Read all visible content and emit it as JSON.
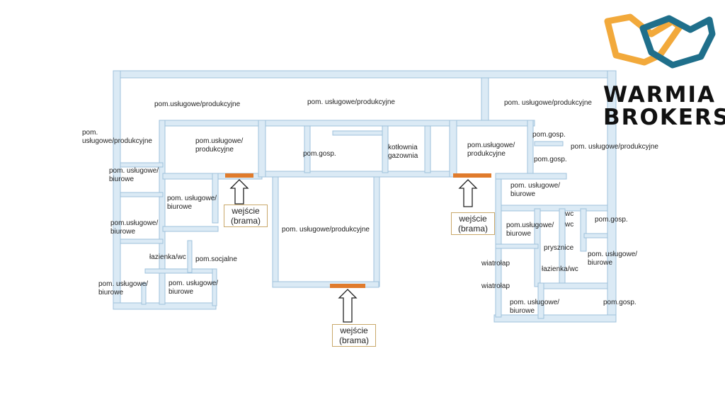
{
  "logo": {
    "line1": "WARMIA",
    "line2": "BROKERS",
    "colors": {
      "orange": "#f2a93b",
      "teal": "#1f6f8b"
    }
  },
  "colors": {
    "wall": "#cfe4f2",
    "wall_shadow": "#8fb6d3",
    "door": "#e07b2c",
    "arrow": "#222222"
  },
  "rooms": {
    "top_left": "pom.usługowe/produkcyjne",
    "top_center": "pom. usługowe/produkcyjne",
    "top_right": "pom. usługowe/produkcyjne",
    "far_left": "pom. usługowe/produkcyjne",
    "left_inner": "pom.usługowe/ produkcyjne",
    "gosp_center": "pom.gosp.",
    "kotlownia": "kotłownia gazownia",
    "right_inner": "pom.usługowe/ produkcyjne",
    "gosp_right_1": "pom.gosp.",
    "gosp_right_2": "pom.gosp.",
    "far_right": "pom. usługowe/produkcyjne",
    "left_biurowe_1": "pom. usługowe/ biurowe",
    "left_biurowe_2": "pom. usługowe/ biurowe",
    "left_biurowe_3": "pom.usługowe/ biurowe",
    "lazienka_left": "łazienka/wc",
    "socjalne": "pom.socjalne",
    "left_biurowe_4": "pom. usługowe/ biurowe",
    "left_biurowe_5": "pom. usługowe/ biurowe",
    "center_hall": "pom. usługowe/produkcyjne",
    "right_biurowe_1": "pom. usługowe/ biurowe",
    "wc_1": "wc",
    "wc_2": "wc",
    "gosp_right_3": "pom.gosp.",
    "right_biurowe_2": "pom.usługowe/ biurowe",
    "prysznice": "prysznice",
    "right_biurowe_3": "pom. usługowe/ biurowe",
    "wiatrolap_1": "wiatrołap",
    "lazienka_right": "łazienka/wc",
    "wiatrolap_2": "wiatrołap",
    "right_biurowe_4": "pom. usługowe/ biurowe",
    "gosp_right_4": "pom.gosp."
  },
  "entrances": {
    "left": "wejście (brama)",
    "right": "wejście (brama)",
    "bottom": "wejście (brama)"
  }
}
